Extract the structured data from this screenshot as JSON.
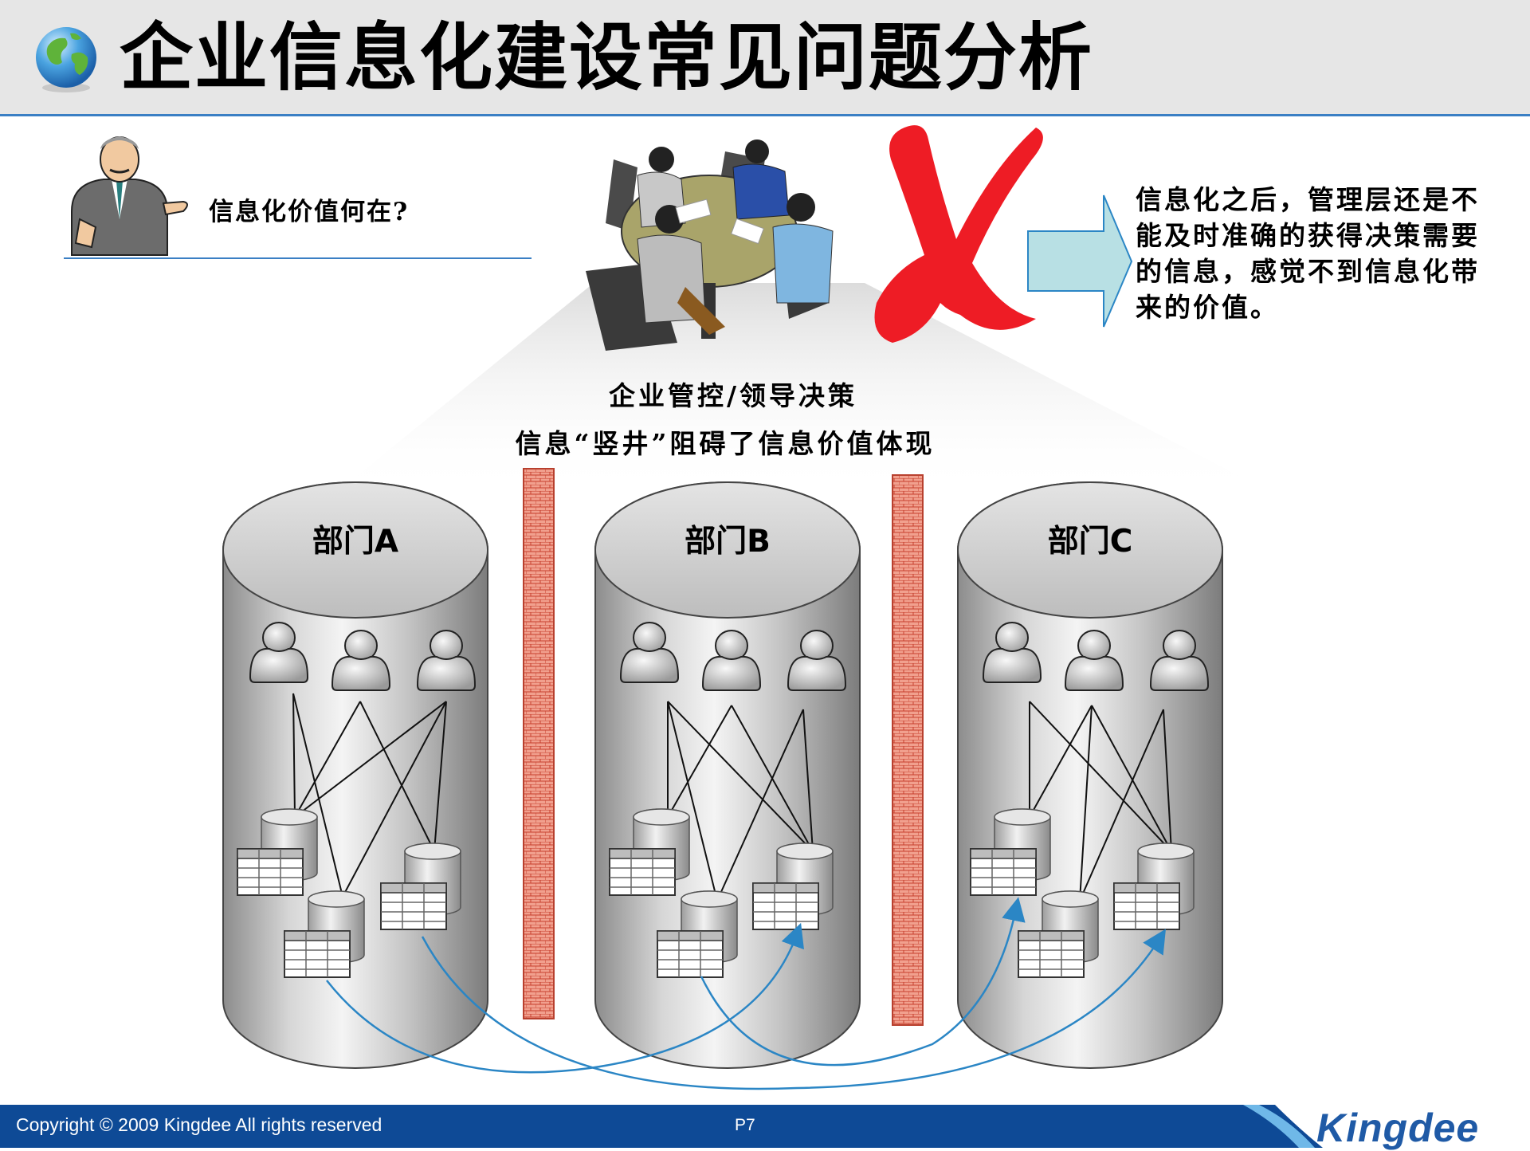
{
  "header": {
    "title": "企业信息化建设常见问题分析",
    "icon": "globe-icon"
  },
  "question": {
    "text": "信息化价值何在?",
    "icon": "presenter-icon"
  },
  "result": {
    "text": "信息化之后，管理层还是不能及时准确的获得决策需要的信息，感觉不到信息化带来的价值。"
  },
  "management": {
    "label": "企业管控/领导决策",
    "icon": "meeting-table-icon"
  },
  "silo": {
    "label": "信息“竖井”阻碍了信息价值体现"
  },
  "departments": [
    {
      "name": "部门A"
    },
    {
      "name": "部门B"
    },
    {
      "name": "部门C"
    }
  ],
  "footer": {
    "copyright": "Copyright © 2009 Kingdee All rights reserved",
    "page": "P7",
    "brand": "Kingdee"
  },
  "colors": {
    "accent": "#3a7fc4",
    "footer": "#0e4a96",
    "cross": "#ee1c25",
    "brick": "#e0503c",
    "arrow": "#b8e0e4",
    "flow": "#2b86c5"
  }
}
